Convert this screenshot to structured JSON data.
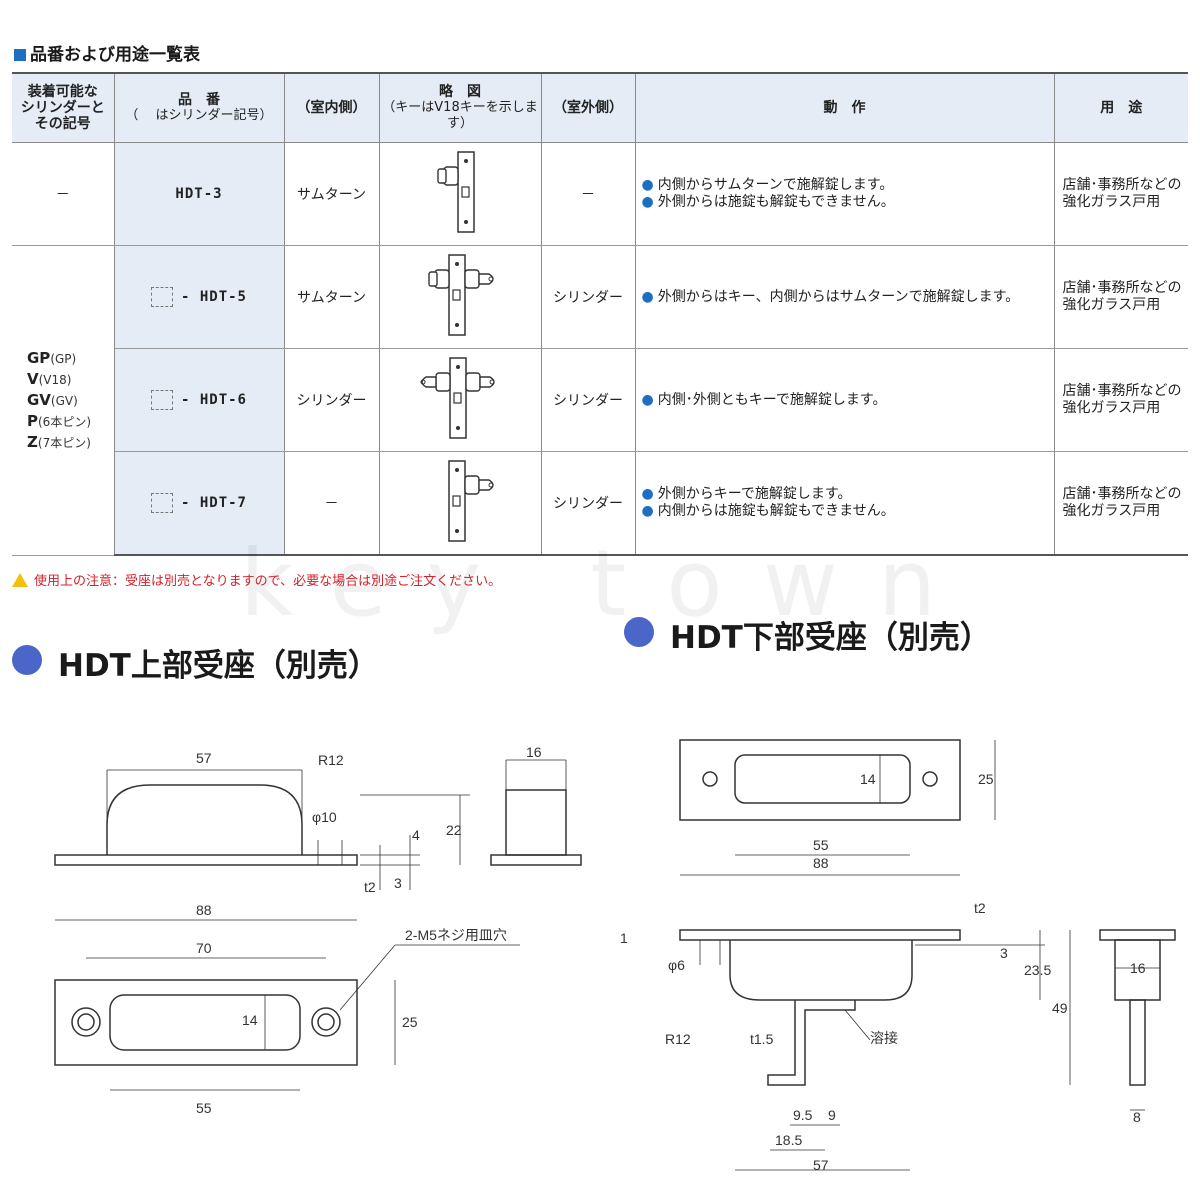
{
  "section": {
    "title": "品番および用途一覧表"
  },
  "table": {
    "headers": {
      "cylinder": [
        "装着可能な",
        "シリンダーと",
        "その記号"
      ],
      "code_main": "品　番",
      "code_sub": "（　 はシリンダー記号）",
      "inside": "（室内側）",
      "diagram_main": "略　図",
      "diagram_sub": "（キーはV18キーを示します）",
      "outside": "（室外側）",
      "action": "動　作",
      "use": "用　途"
    },
    "row1": {
      "cylinder": "－",
      "code": "HDT-3",
      "inside": "サムターン",
      "outside": "－",
      "action": [
        "内側からサムターンで施解錠します。",
        "外側からは施錠も解錠もできません。"
      ],
      "use": [
        "店舗･事務所などの",
        "強化ガラス戸用"
      ]
    },
    "cylinders": [
      {
        "code": "GP",
        "note": "(GP)"
      },
      {
        "code": "V",
        "note": "(V18)"
      },
      {
        "code": "GV",
        "note": "(GV)"
      },
      {
        "code": "P",
        "note": "(6本ピン)"
      },
      {
        "code": "Z",
        "note": "(7本ピン)"
      }
    ],
    "row2": {
      "code": "- HDT-5",
      "inside": "サムターン",
      "outside": "シリンダー",
      "action": [
        "外側からはキー、内側からはサムターンで施解錠します。"
      ],
      "use": [
        "店舗･事務所などの",
        "強化ガラス戸用"
      ]
    },
    "row3": {
      "code": "- HDT-6",
      "inside": "シリンダー",
      "outside": "シリンダー",
      "action": [
        "内側･外側ともキーで施解錠します。"
      ],
      "use": [
        "店舗･事務所などの",
        "強化ガラス戸用"
      ]
    },
    "row4": {
      "code": "- HDT-7",
      "inside": "－",
      "outside": "シリンダー",
      "action": [
        "外側からキーで施解錠します。",
        "内側からは施錠も解錠もできません。"
      ],
      "use": [
        "店舗･事務所などの",
        "強化ガラス戸用"
      ]
    }
  },
  "caution": "使用上の注意：受座は別売となりますので、必要な場合は別途ご注文ください。",
  "watermark": "key town",
  "headings": {
    "upper": "HDT上部受座（別売）",
    "lower": "HDT下部受座（別売）"
  },
  "dims_upper": {
    "d57": "57",
    "r12": "R12",
    "d16": "16",
    "phi10": "φ10",
    "d4": "4",
    "d22": "22",
    "t2": "t2",
    "d3": "3",
    "d88": "88",
    "d70": "70",
    "m5": "2-M5ネジ用皿穴",
    "d14": "14",
    "d25": "25",
    "d55": "55"
  },
  "dims_lower": {
    "d14": "14",
    "d25": "25",
    "d55": "55",
    "d88": "88",
    "t2": "t2",
    "d1": "1",
    "phi6": "φ6",
    "d3": "3",
    "d23_5": "23.5",
    "d49": "49",
    "d16": "16",
    "r12": "R12",
    "t1_5": "t1.5",
    "weld": "溶接",
    "d9_5": "9.5",
    "d9": "9",
    "d18_5": "18.5",
    "d57": "57",
    "d8": "8"
  },
  "colors": {
    "accent": "#1e6fc2",
    "header_bg": "#e6ecf6",
    "dot": "#4a66c9",
    "caution": "#d6202a"
  }
}
